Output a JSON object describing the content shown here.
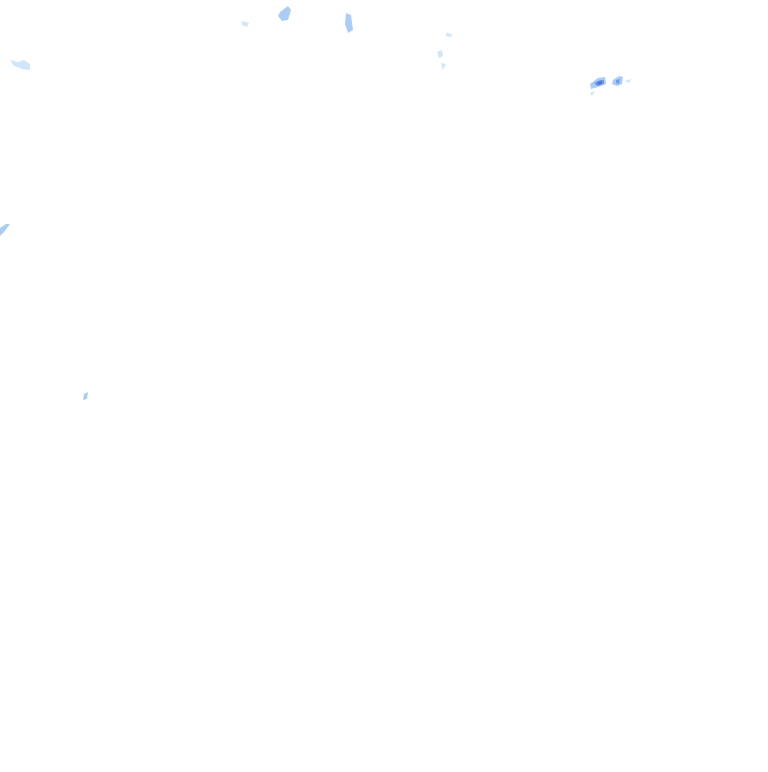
{
  "map": {
    "layer": "precipitation-radar",
    "colors": {
      "background": "#ffffff",
      "light": "#cfe6fb",
      "moderate": "#a9cdf7",
      "heavy": "#6f9cf0",
      "core": "#4f74e6"
    },
    "cells": [
      {
        "name": "cell-northwest"
      },
      {
        "name": "cell-north-1"
      },
      {
        "name": "cell-north-2"
      },
      {
        "name": "cell-north-3"
      },
      {
        "name": "cell-north-4"
      },
      {
        "name": "cell-northeast"
      },
      {
        "name": "cell-west"
      },
      {
        "name": "cell-southwest"
      }
    ]
  }
}
